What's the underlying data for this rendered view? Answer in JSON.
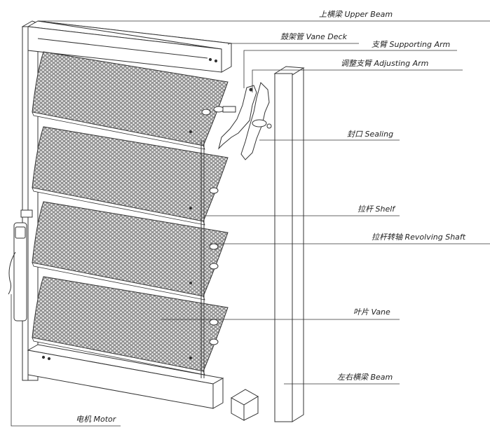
{
  "labels": {
    "upper_beam": "上横梁 Upper Beam",
    "vane_deck": "鼓架管 Vane Deck",
    "supporting_arm": "支臂 Supporting Arm",
    "adjusting_arm": "调整支臂 Adjusting Arm",
    "sealing": "封口 Sealing",
    "shelf": "拉杆 Shelf",
    "revolving_shaft": "拉杆转轴 Revolving Shaft",
    "vane": "叶片 Vane",
    "side_beam": "左右横梁 Beam",
    "motor": "电机 Motor"
  },
  "colors": {
    "line": "#333333",
    "mesh_fill": "#9a9a9a",
    "mesh_hole": "#f4f4f4",
    "frame_fill": "#ffffff"
  }
}
